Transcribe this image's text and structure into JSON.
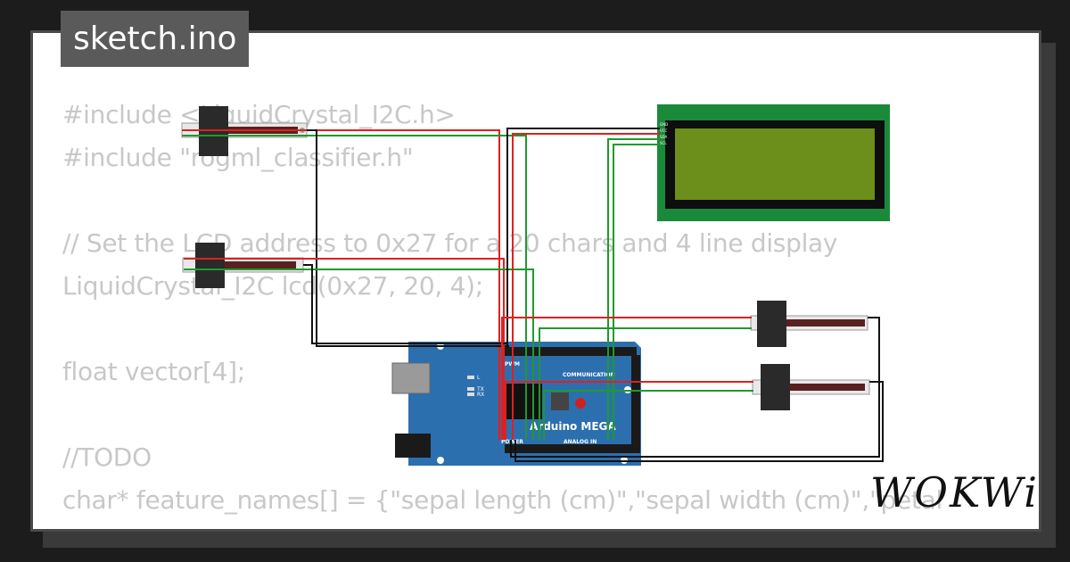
{
  "file_tab": {
    "title": "sketch.ino"
  },
  "code_lines": [
    "#include <LiquidCrystal_I2C.h>",
    "#include \"rogml_classifier.h\"",
    "",
    "// Set the LCD address to 0x27 for a 20 chars and 4 line display",
    "LiquidCrystal_I2C lcd(0x27, 20, 4);",
    "",
    "float vector[4];",
    "",
    "//TODO",
    "char* feature_names[] = {\"sepal length (cm)\",\"sepal width (cm)\",\"petal",
    "//TODO"
  ],
  "board": {
    "name": "Arduino MEGA",
    "section_labels": {
      "pwm": "PWM",
      "communication": "COMMUNICATION",
      "power": "POWER",
      "analog_in": "ANALOG IN"
    },
    "leds": [
      "L",
      "TX",
      "RX"
    ]
  },
  "lcd": {
    "pins": [
      "GND",
      "VCC",
      "SDA",
      "SCL"
    ]
  },
  "brand": {
    "name": "WOKWi"
  },
  "colors": {
    "background": "#1c1c1c",
    "frame_border": "#4a4a4a",
    "tab_background": "#5a5a5a",
    "code_text": "#c8c8c8",
    "board_blue": "#2c6fae",
    "lcd_pcb": "#1a8a3a",
    "lcd_screen": "#6c8e1a",
    "wire_red": "#e02020",
    "wire_green": "#1f9a2e",
    "wire_black": "#111111"
  }
}
